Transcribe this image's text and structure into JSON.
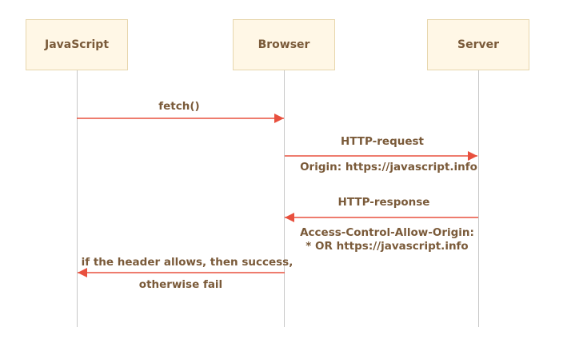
{
  "actors": {
    "javascript": "JavaScript",
    "browser": "Browser",
    "server": "Server"
  },
  "messages": {
    "fetch": {
      "label": "fetch()"
    },
    "http_request": {
      "label": "HTTP-request",
      "sublabel": "Origin: https://javascript.info"
    },
    "http_response": {
      "label": "HTTP-response",
      "sublabel_line1": "Access-Control-Allow-Origin:",
      "sublabel_line2": "* OR https://javascript.info"
    },
    "result": {
      "label_line1": "if the header allows, then success,",
      "label_line2": "otherwise fail"
    }
  },
  "colors": {
    "actor_fill": "#fff7e6",
    "actor_border": "#e7d6ad",
    "text": "#7a5a39",
    "arrow": "#e8503e",
    "lifeline": "#c8c8c8"
  }
}
